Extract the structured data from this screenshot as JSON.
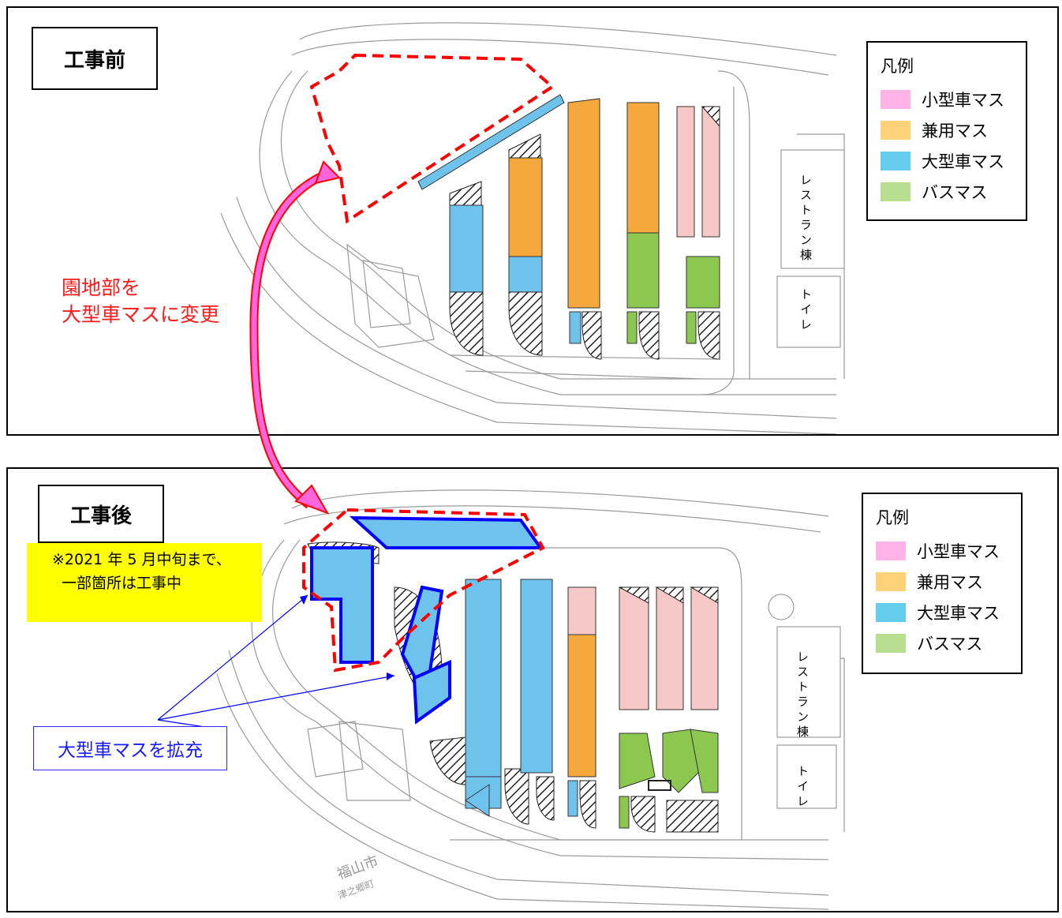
{
  "before": {
    "title": "工事前",
    "legend_title": "凡例",
    "legend_items": [
      {
        "label": "小型車マス",
        "color": "#ffb3e6"
      },
      {
        "label": "兼用マス",
        "color": "#ffd27a"
      },
      {
        "label": "大型車マス",
        "color": "#66ccee"
      },
      {
        "label": "バスマス",
        "color": "#b8df90"
      }
    ],
    "building_restaurant": "レストラン棟",
    "building_toilet": "トイレ",
    "note": [
      "園地部を",
      "大型車マスに変更"
    ]
  },
  "after": {
    "title": "工事後",
    "legend_title": "凡例",
    "legend_items": [
      {
        "label": "小型車マス",
        "color": "#ffb3e6"
      },
      {
        "label": "兼用マス",
        "color": "#ffd27a"
      },
      {
        "label": "大型車マス",
        "color": "#66ccee"
      },
      {
        "label": "バスマス",
        "color": "#b8df90"
      }
    ],
    "building_restaurant": "レストラン棟",
    "building_toilet": "トイレ",
    "construction_note": [
      "※2021 年 5 月中旬まで、",
      "一部箇所は工事中"
    ],
    "expansion_note": "大型車マスを拡充",
    "place_label_1": "福山市",
    "place_label_2": "津之郷町"
  },
  "colors": {
    "small": "#f6c8c8",
    "shared": "#f5a83c",
    "large": "#6ec3ec",
    "bus": "#8cc850",
    "outline_red": "#ff0000",
    "outline_blue": "#0000ff",
    "arrow_fill": "#ff66dd"
  }
}
